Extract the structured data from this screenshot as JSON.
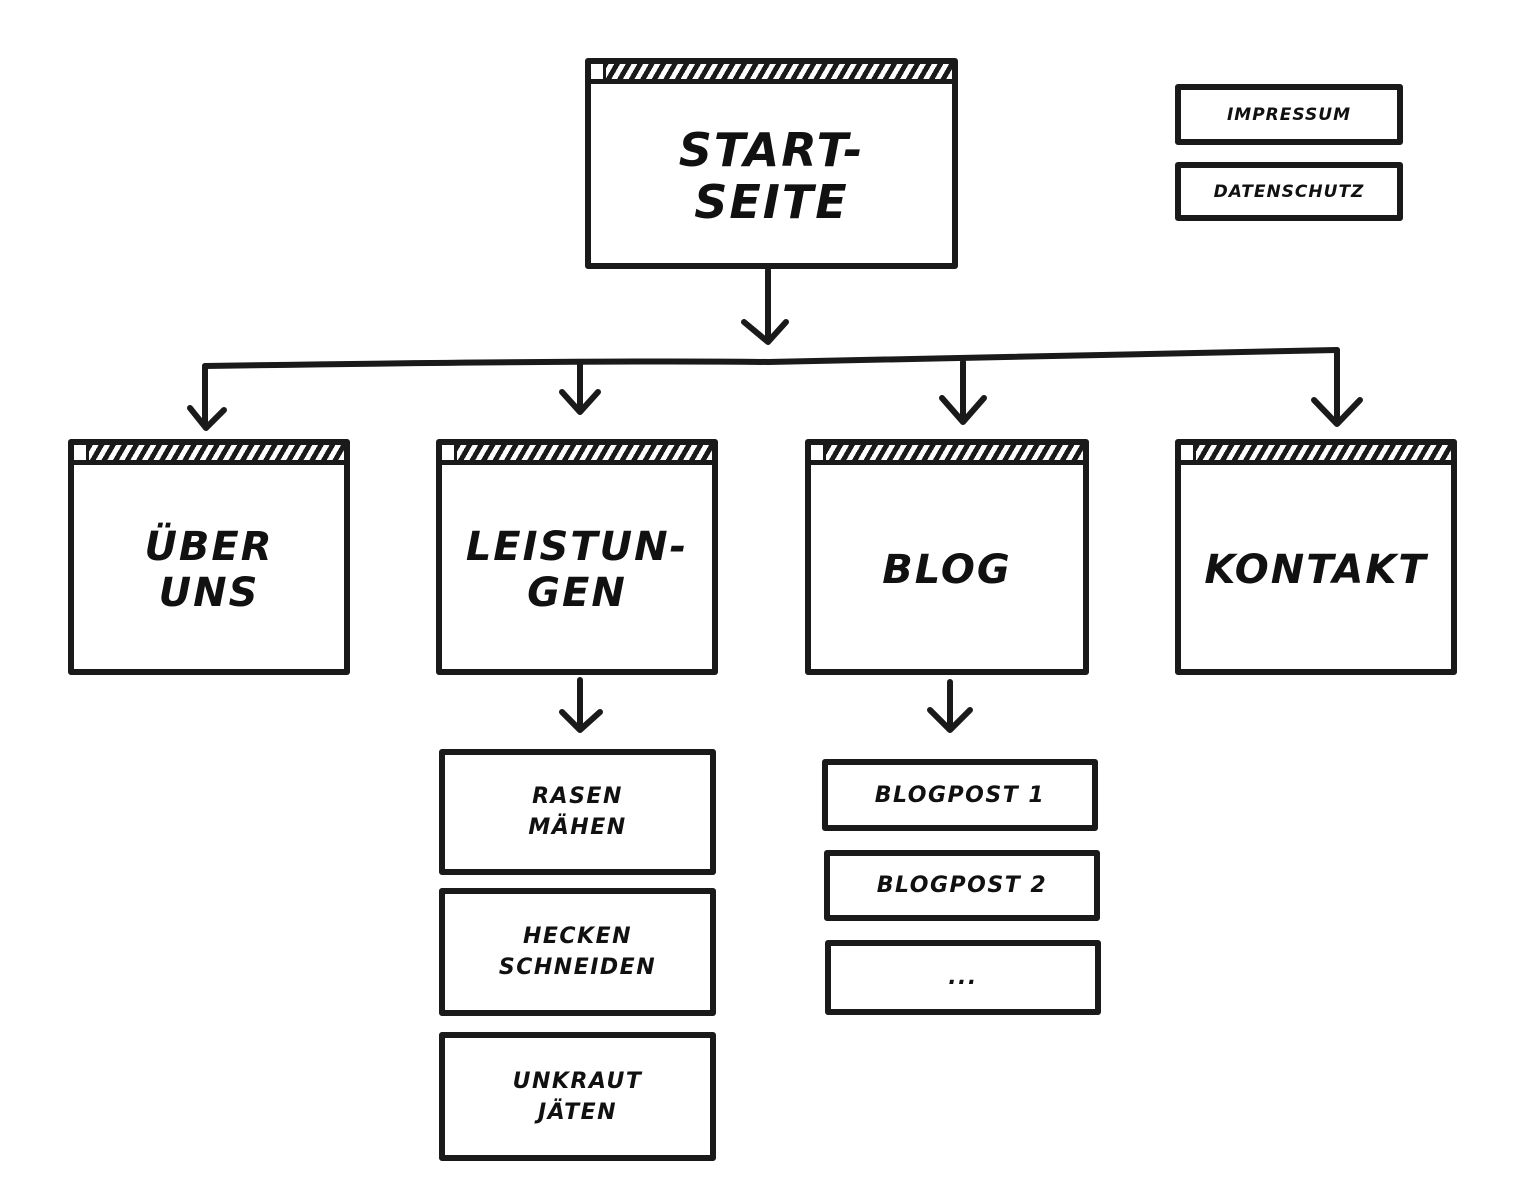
{
  "sitemap": {
    "home": {
      "label": "START-\nSEITE"
    },
    "legal": [
      {
        "label": "IMPRESSUM"
      },
      {
        "label": "DATENSCHUTZ"
      }
    ],
    "pages": [
      {
        "label": "ÜBER\nUNS"
      },
      {
        "label": "LEISTUN-\nGEN"
      },
      {
        "label": "BLOG"
      },
      {
        "label": "KONTAKT"
      }
    ],
    "services": [
      {
        "label": "RASEN\nMÄHEN"
      },
      {
        "label": "HECKEN\nSCHNEIDEN"
      },
      {
        "label": "UNKRAUT\nJÄTEN"
      }
    ],
    "blog_posts": [
      {
        "label": "BLOGPOST 1"
      },
      {
        "label": "BLOGPOST 2"
      },
      {
        "label": "..."
      }
    ]
  },
  "colors": {
    "ink": "#1a1a1a",
    "background": "#ffffff"
  }
}
